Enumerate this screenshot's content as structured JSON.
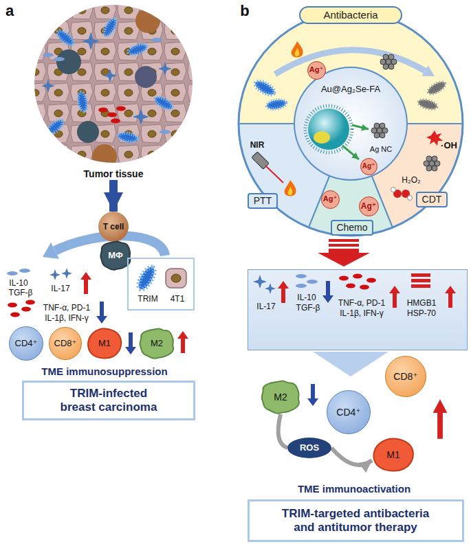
{
  "diagram": {
    "nodes": [
      {
        "text": [
          "Tumor tissue"
        ]
      },
      {
        "text": [
          "T cell"
        ]
      },
      {
        "text": [
          "MΦ"
        ]
      },
      {
        "text": [
          "TRIM",
          "4T1"
        ]
      },
      {
        "text": [
          "CD4⁺"
        ]
      },
      {
        "text": [
          "CD8⁺"
        ]
      },
      {
        "text": [
          "M1"
        ]
      },
      {
        "text": [
          "M2"
        ]
      },
      {
        "text": [
          "TRIM-infected breast carcinoma"
        ]
      },
      {
        "text": [
          "Antibacteria"
        ]
      },
      {
        "text": [
          "Ag⁺"
        ]
      },
      {
        "text": [
          "Au@Ag₂Se-FA",
          "Ag NC"
        ]
      },
      {
        "text": [
          "Ag⁺"
        ],
        "in": 11
      },
      {
        "text": [
          "PTT"
        ]
      },
      {
        "text": [
          "Ag⁺"
        ]
      },
      {
        "text": [
          "Ag⁺"
        ]
      },
      {
        "text": [
          "Chemo"
        ]
      },
      {
        "text": [
          "CDT"
        ]
      },
      {
        "text": [
          "IL-17",
          "IL-10",
          "TGF-β",
          "TNF-α, PD-1",
          "IL-1β, IFN-γ",
          "HMGB1",
          "HSP-70"
        ]
      },
      {
        "text": [
          "M2"
        ]
      },
      {
        "text": [
          "ROS"
        ]
      },
      {
        "text": [
          "CD4⁺"
        ]
      },
      {
        "text": [
          "CD8⁺"
        ]
      },
      {
        "text": [
          "M1"
        ]
      },
      {
        "text": [
          "TRIM-targeted antibacteria and antitumor therapy"
        ]
      }
    ],
    "edges": [
      {
        "from": 0,
        "to": 1,
        "arrow": "to"
      },
      {
        "from": 19,
        "to": 20,
        "arrow": "none"
      },
      {
        "from": 20,
        "to": 23,
        "arrow": "to"
      }
    ],
    "labels": [
      "a",
      "IL-10",
      "TGF-β",
      "IL-17",
      "TNF-α, PD-1",
      "IL-1β, IFN-γ",
      "TME immunosuppression",
      "b",
      "NIR",
      "H₂O₂",
      "·OH",
      "TME immunoactivation"
    ]
  }
}
